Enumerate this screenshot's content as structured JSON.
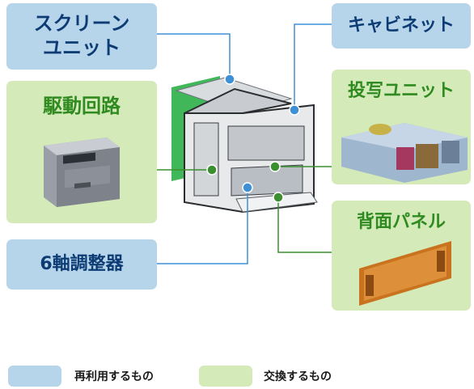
{
  "components": {
    "screen_unit": "スクリーン\nユニット",
    "cabinet": "キャビネット",
    "drive_circuit": "駆動回路",
    "projection_unit": "投写ユニット",
    "back_panel": "背面パネル",
    "six_axis_adjuster": "6軸調整器"
  },
  "legend": {
    "reused": "再利用するもの",
    "replaced": "交換するもの"
  },
  "colors": {
    "reused_fill": "#b6d4ea",
    "replaced_fill": "#d4eab8",
    "reused_line": "#3d8fd6",
    "replaced_line": "#3a8f2e"
  }
}
